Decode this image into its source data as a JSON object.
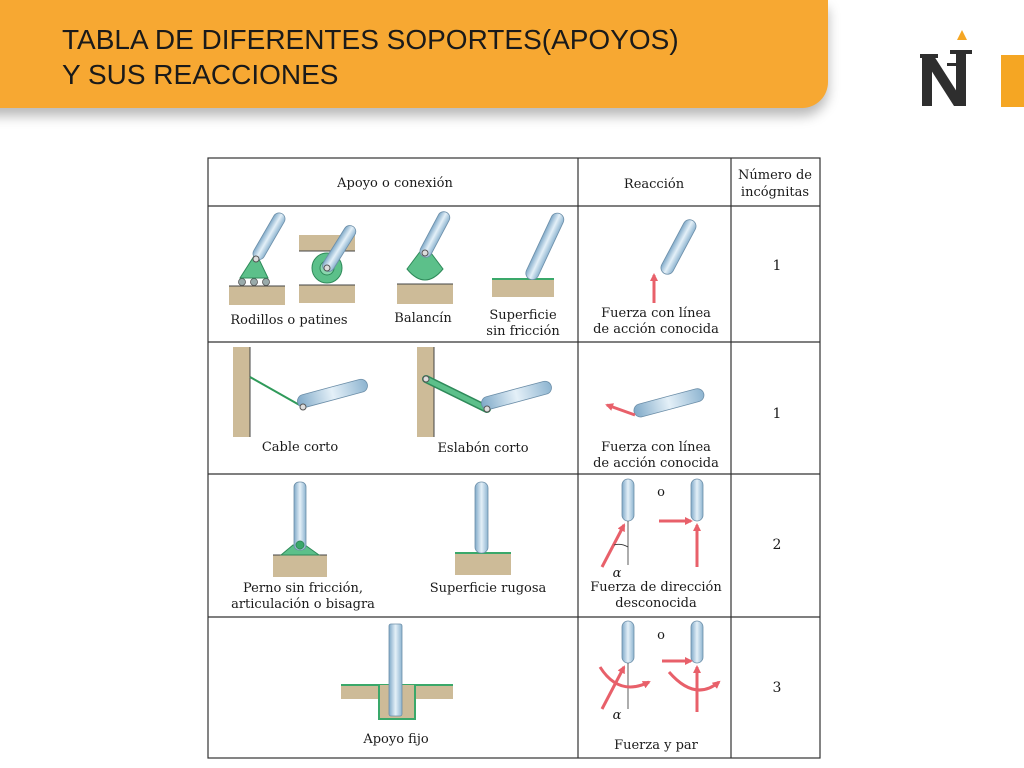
{
  "slide": {
    "title_line1": "TABLA DE DIFERENTES SOPORTES(APOYOS)",
    "title_line2": "Y SUS REACCIONES"
  },
  "table": {
    "headers": {
      "support": "Apoyo o conexión",
      "reaction": "Reacción",
      "unknowns_line1": "Número de",
      "unknowns_line2": "incógnitas"
    },
    "rows": [
      {
        "supports": [
          "Rodillos o patines",
          "Balancín",
          "Superficie",
          "sin fricción"
        ],
        "reaction_line1": "Fuerza con línea",
        "reaction_line2": "de acción conocida",
        "unknowns": "1"
      },
      {
        "supports": [
          "Cable corto",
          "Eslabón corto"
        ],
        "reaction_line1": "Fuerza con línea",
        "reaction_line2": "de acción conocida",
        "unknowns": "1"
      },
      {
        "supports": [
          "Perno sin fricción,",
          "articulación o bisagra",
          "Superficie rugosa"
        ],
        "reaction_line1": "Fuerza de dirección",
        "reaction_line2": "desconocida",
        "or": "o",
        "angle": "α",
        "unknowns": "2"
      },
      {
        "supports": [
          "Apoyo fijo"
        ],
        "reaction_line1": "Fuerza y par",
        "or": "o",
        "angle": "α",
        "unknowns": "3"
      }
    ]
  },
  "colors": {
    "banner": "#f7a832",
    "support_green": "#3aa86a",
    "arrow_red": "#e8606a",
    "member_blue": "#b8d4e8"
  }
}
